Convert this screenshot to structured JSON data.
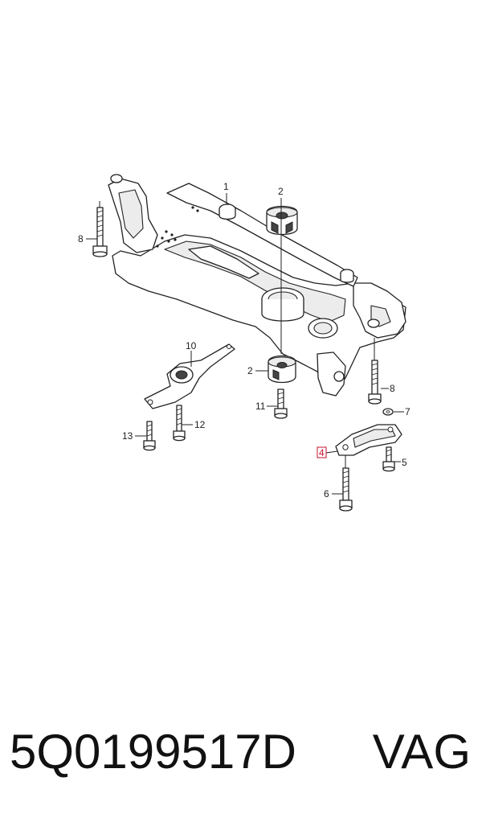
{
  "callouts": {
    "c1": "1",
    "c2a": "2",
    "c2b": "2",
    "c4": "4",
    "c5": "5",
    "c6": "6",
    "c7": "7",
    "c8a": "8",
    "c8b": "8",
    "c10": "10",
    "c11": "11",
    "c12": "12",
    "c13": "13"
  },
  "highlight_color": "#c8102e",
  "footer": {
    "part_number": "5Q0199517D",
    "brand": "VAG"
  }
}
